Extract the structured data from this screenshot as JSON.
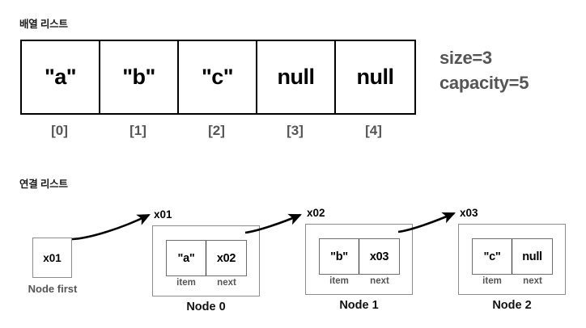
{
  "array_section": {
    "title": "배열 리스트",
    "cells": [
      "\"a\"",
      "\"b\"",
      "\"c\"",
      "null",
      "null"
    ],
    "indices": [
      "[0]",
      "[1]",
      "[2]",
      "[3]",
      "[4]"
    ],
    "meta": {
      "size": "size=3",
      "capacity": "capacity=5"
    },
    "colors": {
      "border": "#000000",
      "value_text": "#000000",
      "index_text": "#555555",
      "meta_text": "#555555"
    }
  },
  "linked_section": {
    "title": "연결 리스트",
    "head": {
      "value": "x01",
      "caption": "Node first"
    },
    "field_labels": {
      "item": "item",
      "next": "next"
    },
    "nodes": [
      {
        "address": "x01",
        "item": "\"a\"",
        "next": "x02",
        "caption": "Node 0"
      },
      {
        "address": "x02",
        "item": "\"b\"",
        "next": "x03",
        "caption": "Node 1"
      },
      {
        "address": "x03",
        "item": "\"c\"",
        "next": "null",
        "caption": "Node 2"
      }
    ],
    "colors": {
      "outer_border": "#8c8c8c",
      "cell_border": "#6e6e6e",
      "caption_text": "#111111",
      "field_label_text": "#555555",
      "arrow": "#000000"
    }
  }
}
